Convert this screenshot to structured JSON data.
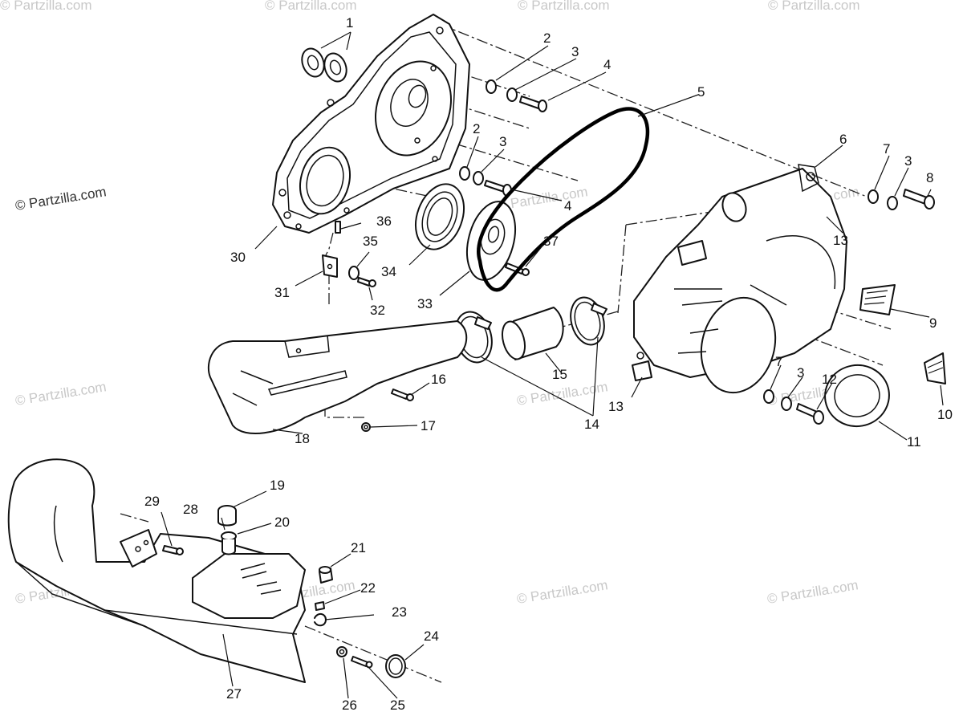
{
  "watermark": {
    "text": "© Partzilla.com"
  },
  "callouts": {
    "c1": "1",
    "c2a": "2",
    "c2b": "2",
    "c3a": "3",
    "c3b": "3",
    "c3c": "3",
    "c3d": "3",
    "c4a": "4",
    "c4b": "4",
    "c5": "5",
    "c6": "6",
    "c7a": "7",
    "c7b": "7",
    "c8": "8",
    "c9": "9",
    "c10": "10",
    "c11": "11",
    "c12": "12",
    "c13a": "13",
    "c13b": "13",
    "c14": "14",
    "c15": "15",
    "c16": "16",
    "c17": "17",
    "c18": "18",
    "c19": "19",
    "c20": "20",
    "c21": "21",
    "c22": "22",
    "c23": "23",
    "c24": "24",
    "c25": "25",
    "c26": "26",
    "c27": "27",
    "c28": "28",
    "c29": "29",
    "c30": "30",
    "c31": "31",
    "c32": "32",
    "c33": "33",
    "c34": "34",
    "c35": "35",
    "c36": "36",
    "c37": "37"
  }
}
